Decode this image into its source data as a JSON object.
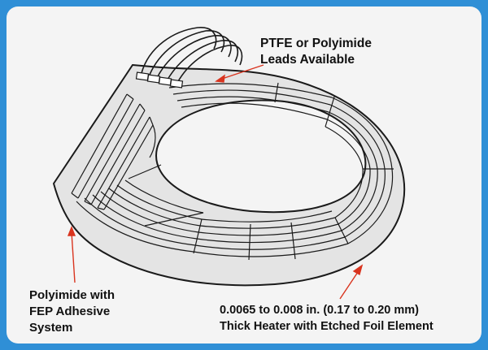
{
  "callouts": {
    "leads": {
      "line1": "PTFE or Polyimide",
      "line2": "Leads Available"
    },
    "adhesive": {
      "line1": "Polyimide with",
      "line2": "FEP Adhesive",
      "line3": "System"
    },
    "thickness": {
      "line1": "0.0065 to 0.008 in. (0.17  to 0.20 mm)",
      "line2": "Thick Heater with Etched Foil Element"
    }
  },
  "colors": {
    "frame": "#2f8fd6",
    "background": "#f4f4f4",
    "heater": "#e4e4e4",
    "lines": "#1a1a1a",
    "arrow": "#d9341f"
  }
}
